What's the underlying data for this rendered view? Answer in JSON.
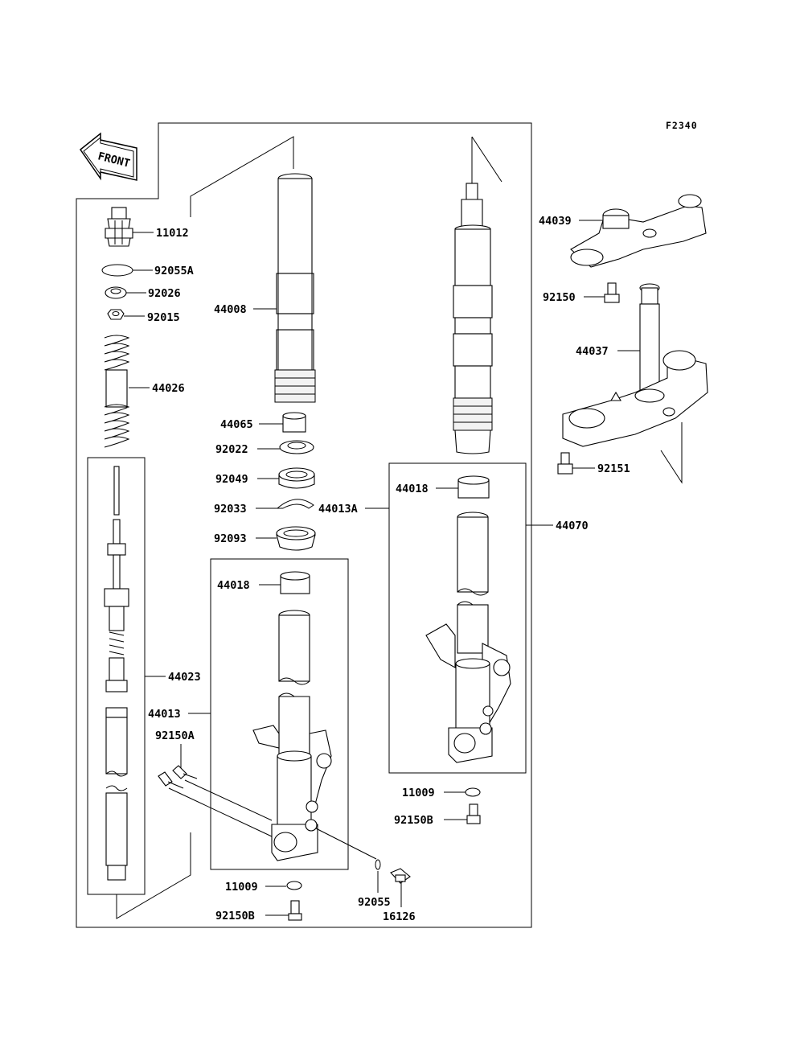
{
  "figure_code": "F2340",
  "front_arrow": {
    "label": "FRONT"
  },
  "parts": {
    "p11012": "11012",
    "p92055A": "92055A",
    "p92026": "92026",
    "p92015": "92015",
    "p44026": "44026",
    "p44023": "44023",
    "p44008": "44008",
    "p44065": "44065",
    "p92022": "92022",
    "p92049": "92049",
    "p92033": "92033",
    "p44013A": "44013A",
    "p92093": "92093",
    "p44018_left": "44018",
    "p44013": "44013",
    "p92150A": "92150A",
    "p11009_left": "11009",
    "p92150B_left": "92150B",
    "p92055": "92055",
    "p16126": "16126",
    "p44018_right": "44018",
    "p44070": "44070",
    "p11009_right": "11009",
    "p92150B_right": "92150B",
    "p44039": "44039",
    "p92150": "92150",
    "p44037": "44037",
    "p92151": "92151"
  }
}
